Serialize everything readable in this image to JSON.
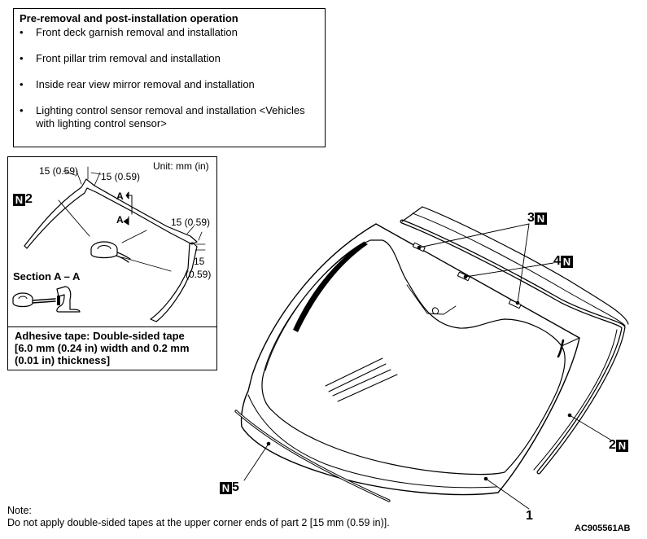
{
  "pre_removal": {
    "title": "Pre-removal and post-installation operation",
    "items": [
      {
        "bullet": "•",
        "text": "Front deck garnish removal and installation"
      },
      {
        "bullet": "•",
        "text": "Front pillar trim removal and installation"
      },
      {
        "bullet": "•",
        "text": "Inside rear view mirror removal and installation"
      },
      {
        "bullet": "•",
        "text": "Lighting control sensor removal and installation <Vehicles with lighting control sensor>"
      }
    ]
  },
  "inset": {
    "unit": "Unit: mm (in)",
    "dim_a": "15 (0.59)",
    "dim_b": "15 (0.59)",
    "dim_c": "15 (0.59)",
    "dim_d_value": "15",
    "dim_d_inch": "(0.59)",
    "section_mark_top": "A",
    "section_mark_bottom": "A",
    "part_badge": "N",
    "part_number": "2",
    "section_label": "Section A – A",
    "tape_note_line1": "Adhesive tape: Double-sided tape",
    "tape_note_line2": "[6.0 mm (0.24 in) width and 0.2 mm",
    "tape_note_line3": "(0.01 in) thickness]"
  },
  "callouts": {
    "c1": {
      "number": "1"
    },
    "c2": {
      "number": "2",
      "badge": "N"
    },
    "c3": {
      "number": "3",
      "badge": "N"
    },
    "c4": {
      "number": "4",
      "badge": "N"
    },
    "c5": {
      "number": "5",
      "badge": "N"
    }
  },
  "note": {
    "heading": "Note:",
    "text": "Do not apply double-sided tapes at the upper corner ends of part 2 [15 mm (0.59 in)]."
  },
  "figure_code": "AC905561AB"
}
